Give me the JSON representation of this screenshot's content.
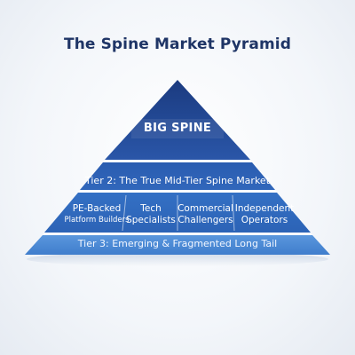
{
  "title": "The Spine Market Pyramid",
  "apex": {
    "label": "BIG SPINE"
  },
  "tier2": {
    "label": "Tier 2: The True Mid-Tier Spine Market"
  },
  "segments": [
    {
      "line1": "PE-Backed",
      "line2": "Platform Builders"
    },
    {
      "line1": "Tech",
      "line2": "Specialists"
    },
    {
      "line1": "Commercial",
      "line2": "Challengers"
    },
    {
      "line1": "Independent",
      "line2": "Operators"
    }
  ],
  "tier3": {
    "label": "Tier 3: Emerging & Fragmented Long Tail"
  },
  "colors": {
    "title": "#1f3566",
    "apex_top": "#1e3f86",
    "apex_bottom": "#2a55a6",
    "tier2": "#2d62b5",
    "segments": "#2f6bbf",
    "tier3": "#4c8bd6"
  }
}
